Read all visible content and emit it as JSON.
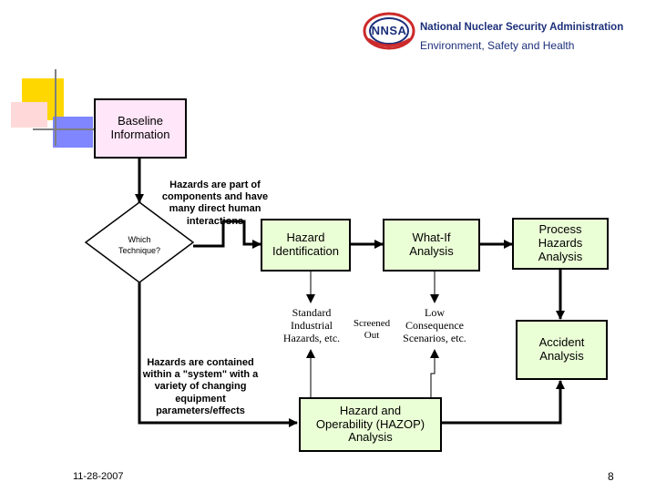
{
  "header": {
    "org_name": "National Nuclear Security Administration",
    "subtitle": "Environment, Safety and Health",
    "logo_text": "NNSA"
  },
  "nodes": {
    "baseline": "Baseline Information",
    "which_technique": "Which Technique?",
    "hazard_identification": "Hazard Identification",
    "what_if": "What-If Analysis",
    "process_hazards": "Process Hazards Analysis",
    "accident_analysis": "Accident Analysis",
    "standard_industrial": "Standard Industrial Hazards, etc.",
    "screened_out": "Screened Out",
    "low_consequence": "Low Consequence Scenarios, etc.",
    "hazop": "Hazard and Operability (HAZOP) Analysis"
  },
  "annotations": {
    "hazards_part_of": "Hazards are part of components and have many direct human interactions",
    "hazards_contained": "Hazards are contained within a \"system\" with a variety of changing equipment parameters/effects"
  },
  "footer": {
    "date": "11-28-2007",
    "page_number": "8"
  },
  "colors": {
    "baseline_fill": "#ffe6f8",
    "analysis_fill": "#ebffd6",
    "corner_yellow": "#ffd700",
    "corner_blue": "#7f86ff",
    "corner_pink": "#ffd9d9"
  }
}
